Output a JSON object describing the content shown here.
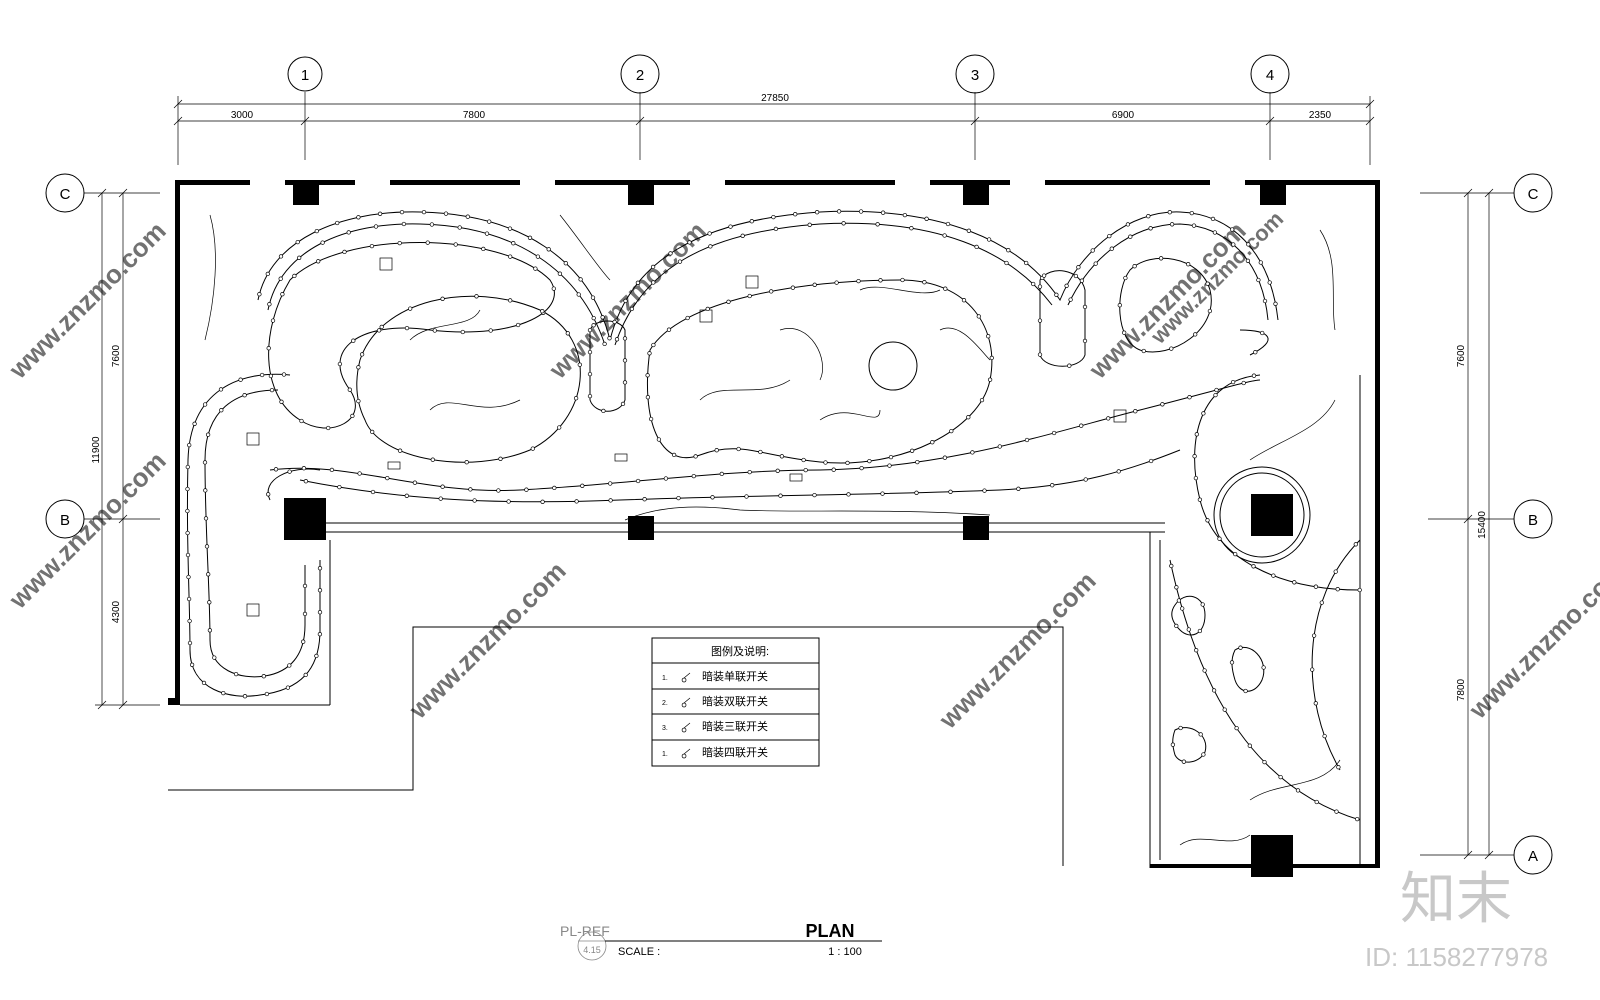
{
  "axes_top": [
    "1",
    "2",
    "3",
    "4"
  ],
  "axes_side_left": [
    "C",
    "B"
  ],
  "axes_side_right": [
    "C",
    "B",
    "A"
  ],
  "dims_top": {
    "total": "27850",
    "segments": [
      "3000",
      "7800",
      "6900",
      "2350"
    ]
  },
  "dims_left": {
    "upper": "7600",
    "lower": "4300",
    "total": "11900"
  },
  "dims_right": {
    "upper": "7600",
    "lower": "7800",
    "total": "15400"
  },
  "legend": {
    "title": "图例及说明:",
    "items": [
      {
        "num": "1.",
        "label": "暗装单联开关"
      },
      {
        "num": "2.",
        "label": "暗装双联开关"
      },
      {
        "num": "3.",
        "label": "暗装三联开关"
      },
      {
        "num": "1.",
        "label": "暗装四联开关"
      }
    ]
  },
  "title_block": {
    "ref": "PL-REF",
    "sheet": "4.15",
    "title": "PLAN",
    "scale_label": "SCALE :",
    "scale_value": "1 : 100"
  },
  "watermark": {
    "text": "www.znzmo.com",
    "logo": "知末",
    "id": "ID: 1158277978"
  }
}
